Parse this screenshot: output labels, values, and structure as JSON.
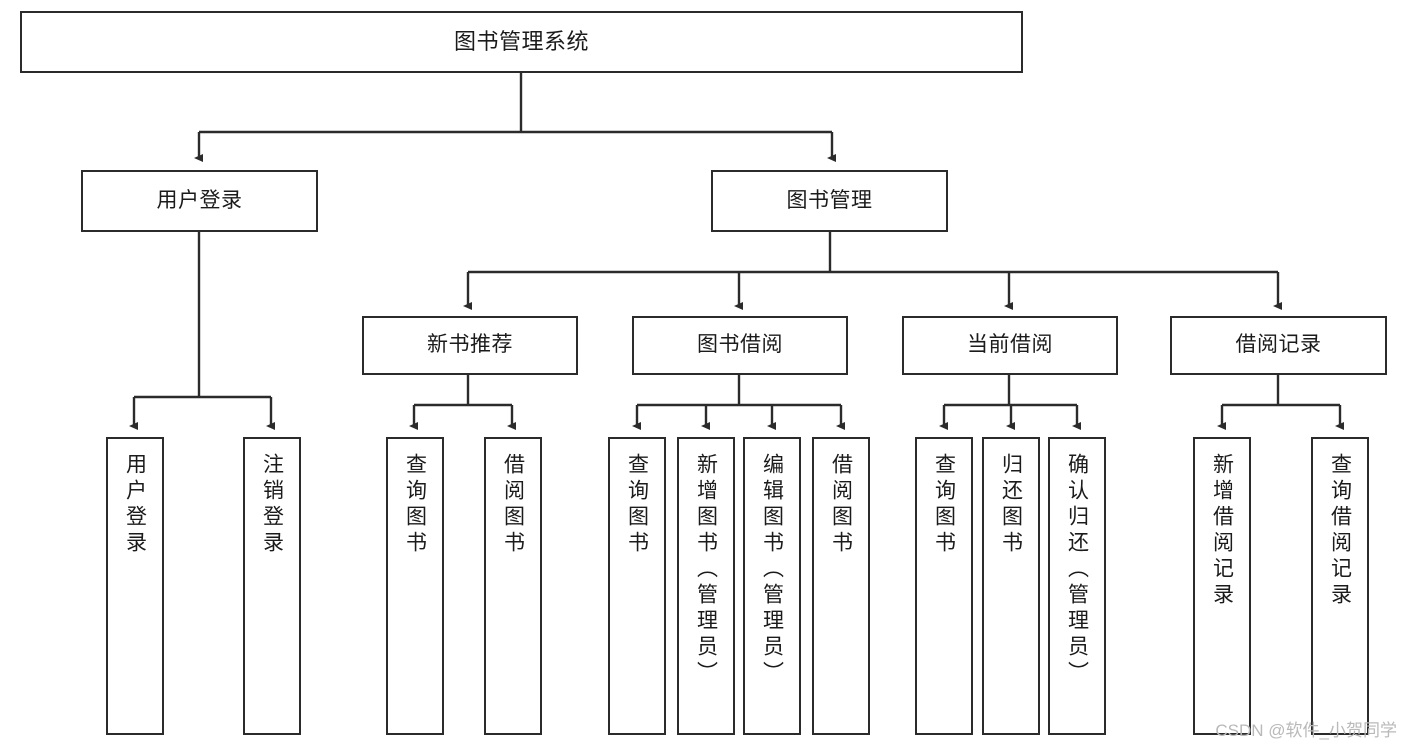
{
  "diagram": {
    "title": "图书管理系统",
    "type": "hierarchy-tree",
    "colors": {
      "box_border": "#2b2b2b",
      "box_fill": "#ffffff",
      "edge": "#2b2b2b",
      "text": "#1b1b1b",
      "watermark": "#b9b9b9"
    },
    "root": {
      "label": "图书管理系统"
    },
    "level1": [
      {
        "label": "用户登录"
      },
      {
        "label": "图书管理"
      }
    ],
    "level2": [
      {
        "label": "新书推荐"
      },
      {
        "label": "图书借阅"
      },
      {
        "label": "当前借阅"
      },
      {
        "label": "借阅记录"
      }
    ],
    "leaves": {
      "user_login": [
        {
          "label": "用户登录"
        },
        {
          "label": "注销登录"
        }
      ],
      "new_book_recommend": [
        {
          "label": "查询图书"
        },
        {
          "label": "借阅图书"
        }
      ],
      "book_borrow": [
        {
          "label": "查询图书"
        },
        {
          "label": "新增图书（管理员）"
        },
        {
          "label": "编辑图书（管理员）"
        },
        {
          "label": "借阅图书"
        }
      ],
      "current_borrow": [
        {
          "label": "查询图书"
        },
        {
          "label": "归还图书"
        },
        {
          "label": "确认归还（管理员）"
        }
      ],
      "borrow_record": [
        {
          "label": "新增借阅记录"
        },
        {
          "label": "查询借阅记录"
        }
      ]
    }
  },
  "watermark": {
    "text": "CSDN @软件_小贺同学"
  }
}
